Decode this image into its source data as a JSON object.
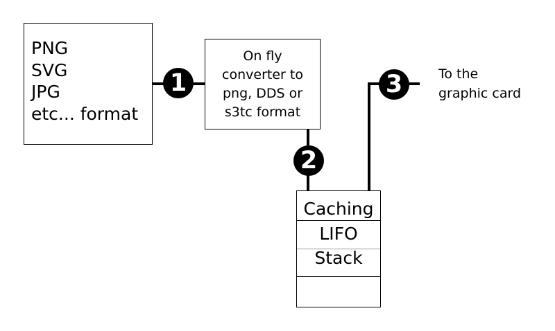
{
  "formats": {
    "items": [
      "PNG",
      "SVG",
      "JPG",
      "etc... format"
    ]
  },
  "converter": {
    "lines": [
      "On fly",
      "converter to",
      "png, DDS or",
      "s3tc format"
    ]
  },
  "stack": {
    "cells": [
      "Caching",
      "LIFO",
      "Stack",
      ""
    ]
  },
  "target": {
    "lines": [
      "To the",
      "graphic card"
    ]
  },
  "steps": {
    "one": "1",
    "two": "2",
    "three": "3"
  },
  "colors": {
    "line": "#000000",
    "badge_fill": "#000000",
    "badge_text": "#ffffff"
  }
}
